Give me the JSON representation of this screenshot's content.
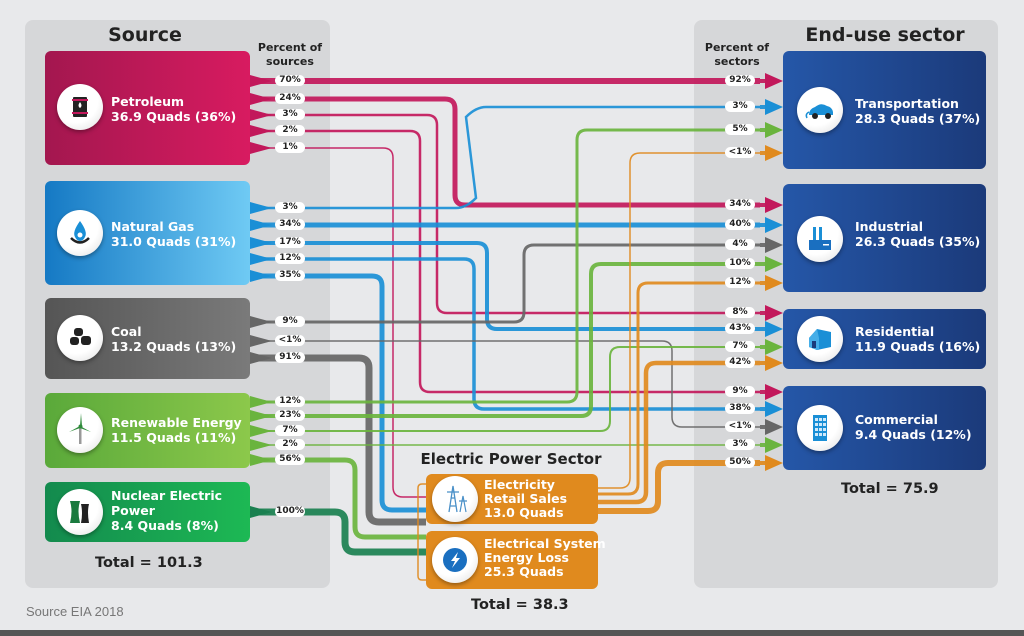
{
  "source_panel": {
    "title": "Source",
    "percent_header": [
      "Percent of",
      "sources"
    ],
    "total": "Total = 101.3",
    "items": [
      {
        "name": "Petroleum",
        "value": "36.9 Quads (36%)",
        "icon": "oil-barrel-icon",
        "color": "#c2185b",
        "flows": [
          {
            "pct": "70%",
            "to": "transportation"
          },
          {
            "pct": "24%",
            "to": "industrial"
          },
          {
            "pct": "3%",
            "to": "residential"
          },
          {
            "pct": "2%",
            "to": "commercial"
          },
          {
            "pct": "1%",
            "to": "electric-power"
          }
        ]
      },
      {
        "name": "Natural Gas",
        "value": "31.0 Quads (31%)",
        "icon": "gas-flame-icon",
        "color": "#1a8fd6",
        "flows": [
          {
            "pct": "3%",
            "to": "transportation"
          },
          {
            "pct": "34%",
            "to": "industrial"
          },
          {
            "pct": "17%",
            "to": "residential"
          },
          {
            "pct": "12%",
            "to": "commercial"
          },
          {
            "pct": "35%",
            "to": "electric-power"
          }
        ]
      },
      {
        "name": "Coal",
        "value": "13.2 Quads (13%)",
        "icon": "coal-icon",
        "color": "#666666",
        "flows": [
          {
            "pct": "9%",
            "to": "industrial"
          },
          {
            "pct": "<1%",
            "to": "commercial"
          },
          {
            "pct": "91%",
            "to": "electric-power"
          }
        ]
      },
      {
        "name": "Renewable Energy",
        "value": "11.5 Quads (11%)",
        "icon": "wind-turbine-icon",
        "color": "#6ab43e",
        "flows": [
          {
            "pct": "12%",
            "to": "transportation"
          },
          {
            "pct": "23%",
            "to": "industrial"
          },
          {
            "pct": "7%",
            "to": "residential"
          },
          {
            "pct": "2%",
            "to": "commercial"
          },
          {
            "pct": "56%",
            "to": "electric-power"
          }
        ]
      },
      {
        "name_lines": [
          "Nuclear Electric",
          "Power"
        ],
        "name": "Nuclear Electric Power",
        "value": "8.4 Quads (8%)",
        "icon": "cooling-tower-icon",
        "color": "#1a9850",
        "flows": [
          {
            "pct": "100%",
            "to": "electric-power"
          }
        ]
      }
    ]
  },
  "enduse_panel": {
    "title": "End-use sector",
    "percent_header": [
      "Percent of",
      "sectors"
    ],
    "total": "Total = 75.9",
    "items": [
      {
        "name": "Transportation",
        "value": "28.3 Quads (37%)",
        "icon": "electric-car-icon",
        "inputs": [
          {
            "pct": "92%",
            "from": "petroleum"
          },
          {
            "pct": "3%",
            "from": "natural-gas"
          },
          {
            "pct": "5%",
            "from": "renewable"
          },
          {
            "pct": "<1%",
            "from": "electricity"
          }
        ]
      },
      {
        "name": "Industrial",
        "value": "26.3 Quads (35%)",
        "icon": "factory-icon",
        "inputs": [
          {
            "pct": "34%",
            "from": "petroleum"
          },
          {
            "pct": "40%",
            "from": "natural-gas"
          },
          {
            "pct": "4%",
            "from": "coal"
          },
          {
            "pct": "10%",
            "from": "renewable"
          },
          {
            "pct": "12%",
            "from": "electricity"
          }
        ]
      },
      {
        "name": "Residential",
        "value": "11.9 Quads (16%)",
        "icon": "house-icon",
        "inputs": [
          {
            "pct": "8%",
            "from": "petroleum"
          },
          {
            "pct": "43%",
            "from": "natural-gas"
          },
          {
            "pct": "7%",
            "from": "renewable"
          },
          {
            "pct": "42%",
            "from": "electricity"
          }
        ]
      },
      {
        "name": "Commercial",
        "value": "9.4 Quads (12%)",
        "icon": "office-building-icon",
        "inputs": [
          {
            "pct": "9%",
            "from": "petroleum"
          },
          {
            "pct": "38%",
            "from": "natural-gas"
          },
          {
            "pct": "<1%",
            "from": "coal"
          },
          {
            "pct": "3%",
            "from": "renewable"
          },
          {
            "pct": "50%",
            "from": "electricity"
          }
        ]
      }
    ]
  },
  "electric_power": {
    "title": "Electric Power Sector",
    "total": "Total = 38.3",
    "retail": {
      "lines": [
        "Electricity",
        "Retail Sales",
        "13.0 Quads"
      ],
      "icon": "power-pylon-icon"
    },
    "loss": {
      "lines": [
        "Electrical System",
        "Energy Loss",
        "25.3 Quads"
      ],
      "icon": "lightning-bolt-icon"
    },
    "color": "#e08a1e"
  },
  "footer": {
    "source_note": "Source EIA 2018"
  }
}
